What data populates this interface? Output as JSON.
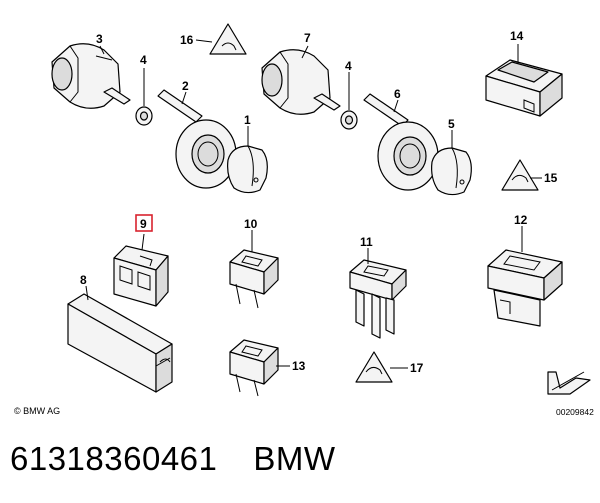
{
  "diagram": {
    "callouts": [
      {
        "id": "c3",
        "label": "3"
      },
      {
        "id": "c4a",
        "label": "4"
      },
      {
        "id": "c2",
        "label": "2"
      },
      {
        "id": "c1",
        "label": "1"
      },
      {
        "id": "c16",
        "label": "16"
      },
      {
        "id": "c7",
        "label": "7"
      },
      {
        "id": "c4b",
        "label": "4"
      },
      {
        "id": "c6",
        "label": "6"
      },
      {
        "id": "c5",
        "label": "5"
      },
      {
        "id": "c14",
        "label": "14"
      },
      {
        "id": "c15",
        "label": "15"
      },
      {
        "id": "c9",
        "label": "9"
      },
      {
        "id": "c8",
        "label": "8"
      },
      {
        "id": "c10",
        "label": "10"
      },
      {
        "id": "c13",
        "label": "13"
      },
      {
        "id": "c11",
        "label": "11"
      },
      {
        "id": "c17",
        "label": "17"
      },
      {
        "id": "c12",
        "label": "12"
      }
    ],
    "highlighted_callout": "9",
    "copyright": "© BMW AG",
    "document_number": "00209842"
  },
  "caption": {
    "part_number": "61318360461",
    "brand": "BMW"
  }
}
